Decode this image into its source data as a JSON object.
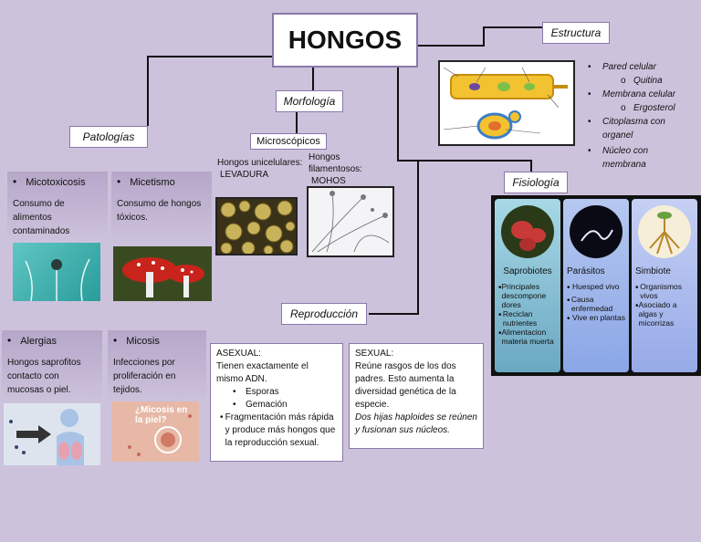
{
  "title": "HONGOS",
  "labels": {
    "estructura": "Estructura",
    "morfologia": "Morfología",
    "patologias": "Patologías",
    "microscopicos": "Microscópicos",
    "fisiologia": "Fisiología",
    "reproduccion": "Reproducción"
  },
  "estructura_list": [
    {
      "text": "Pared celular",
      "bullet": "•"
    },
    {
      "text": "Quitina",
      "bullet": "o"
    },
    {
      "text": "Membrana celular",
      "bullet": "•"
    },
    {
      "text": "Ergosterol",
      "bullet": "o"
    },
    {
      "text": "Citoplasma con organel",
      "bullet": "•"
    },
    {
      "text": "Núcleo con membrana",
      "bullet": "•"
    }
  ],
  "micro": {
    "unicelulares": "Hongos unicelulares:",
    "levadura": "LEVADURA",
    "filamentosos": "Hongos filamentosos:",
    "mohos": "MOHOS"
  },
  "patologias": [
    {
      "title": "Micotoxicosis",
      "text": "Consumo de alimentos contaminados"
    },
    {
      "title": "Micetismo",
      "text": "Consumo de hongos tóxicos."
    },
    {
      "title": "Alergias",
      "text": "Hongos saprofitos contacto con mucosas o piel."
    },
    {
      "title": "Micosis",
      "text": "Infecciones por proliferación en tejidos."
    }
  ],
  "micosis_img_text": "¿Micosis en la piel?",
  "fisiologia": [
    {
      "title": "Saprobiotes",
      "items": [
        "Principales descompone dores",
        "Reciclan nutrientes",
        "Alimentacion materia muerta"
      ]
    },
    {
      "title": "Parásitos",
      "items": [
        "Huesped vivo",
        "Causa enfermedad",
        "Vive en plantas"
      ]
    },
    {
      "title": "Simbiote",
      "items": [
        "Organismos vivos",
        "Asociado a algas y micorrizas"
      ]
    }
  ],
  "asexual": {
    "heading": "ASEXUAL:",
    "text": "Tienen exactamente el mismo ADN.",
    "items": [
      "Esporas",
      "Gemación",
      "Fragmentación más rápida y produce más hongos que la reproducción sexual."
    ]
  },
  "sexual": {
    "heading": "SEXUAL:",
    "text": "Reúne rasgos de los dos padres. Esto aumenta la diversidad genética de la especie.",
    "italic": "Dos hijas haploides se reúnen y fusionan sus núcleos."
  }
}
